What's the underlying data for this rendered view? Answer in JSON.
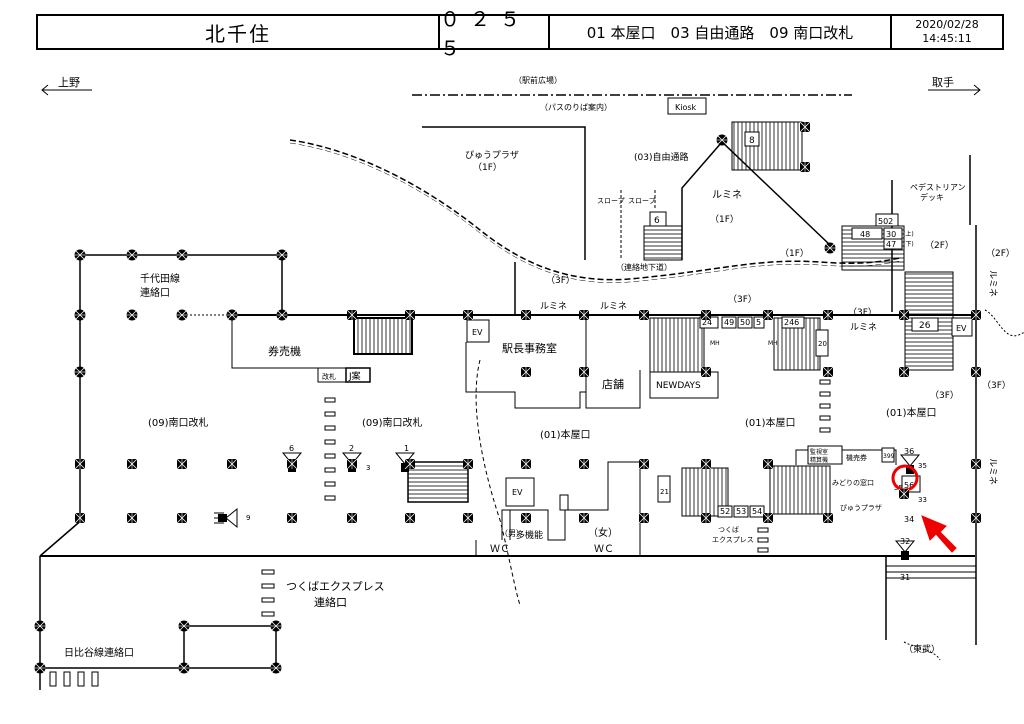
{
  "header": {
    "station": "北千住",
    "code": "０２５５",
    "exits": "01 本屋口　03 自由通路　09 南口改札",
    "date": "2020/02/28",
    "time": "14:45:11"
  },
  "directions": {
    "left": "上野",
    "right": "取手"
  },
  "labels": {
    "ekimae": "（駅前広場）",
    "bus": "（パスのりば案内）",
    "kiosk": "Kiosk",
    "free_passage": "(03)自由通路",
    "pyuu_plaza_1f_a": "ぴゅうプラザ",
    "pyuu_plaza_1f_b": "（1F）",
    "slope1": "スロープ",
    "slope2": "スロープ",
    "lumine_1f_a": "ルミネ",
    "lumine_1f_b": "（1F）",
    "one_f": "（1F）",
    "pedestrian_a": "ペデストリアン",
    "pedestrian_b": "デッキ",
    "two_f_a": "（2F）",
    "two_f_b": "（2F）",
    "underground": "（連絡地下道）",
    "three_f_a": "（3F）",
    "lumine_a": "ルミネ",
    "lumine_b": "ルミネ",
    "three_f_b": "（3F）",
    "three_f_c": "（3F）",
    "lumine_c": "ルミネ",
    "three_f_d": "（3F）",
    "three_f_e": "（3F）",
    "chiyoda_a": "千代田線",
    "chiyoda_b": "連絡口",
    "ticket_machine": "券売機",
    "ev1": "EV",
    "ev2": "EV",
    "ev3": "EV",
    "station_master": "駅長事務室",
    "shop": "店舗",
    "newdays": "NEWDAYS",
    "gate_small": "改札",
    "j_info": "J案",
    "south_gate_1": "(09)南口改札",
    "south_gate_2": "(09)南口改札",
    "honya_1": "(01)本屋口",
    "honya_2": "(01)本屋口",
    "honya_3": "(01)本屋口",
    "kanshi": "監視室",
    "seisan": "精算機",
    "kenbaiki_small": "機売券",
    "midori": "みどりの窓口",
    "pyuu_plaza_2": "ぴゅうプラザ",
    "men": "（男）",
    "women": "（女）",
    "wc1": "ＷＣ",
    "wc2": "ＷＣ",
    "multi": "多機能",
    "tsukuba_small_a": "つくば",
    "tsukuba_small_b": "エクスプレス",
    "tsukuba_a": "つくばエクスプレス",
    "tsukuba_b": "連絡口",
    "hibiya": "日比谷線連絡口",
    "tobu": "（東武）",
    "lumine_vert_1": "ルミネ",
    "lumine_vert_2": "ルミネ"
  },
  "boxes": [
    "8",
    "6",
    "502",
    "48",
    "30",
    "47",
    "24",
    "49",
    "50",
    "5",
    "246",
    "20",
    "26",
    "21",
    "52",
    "53",
    "54",
    "399",
    "56",
    "55"
  ],
  "numbers": [
    "6",
    "2",
    "3",
    "1",
    "36",
    "35",
    "33",
    "34",
    "32",
    "31",
    "9"
  ],
  "small": [
    "(上)",
    "(下)",
    "MH",
    "MH"
  ]
}
